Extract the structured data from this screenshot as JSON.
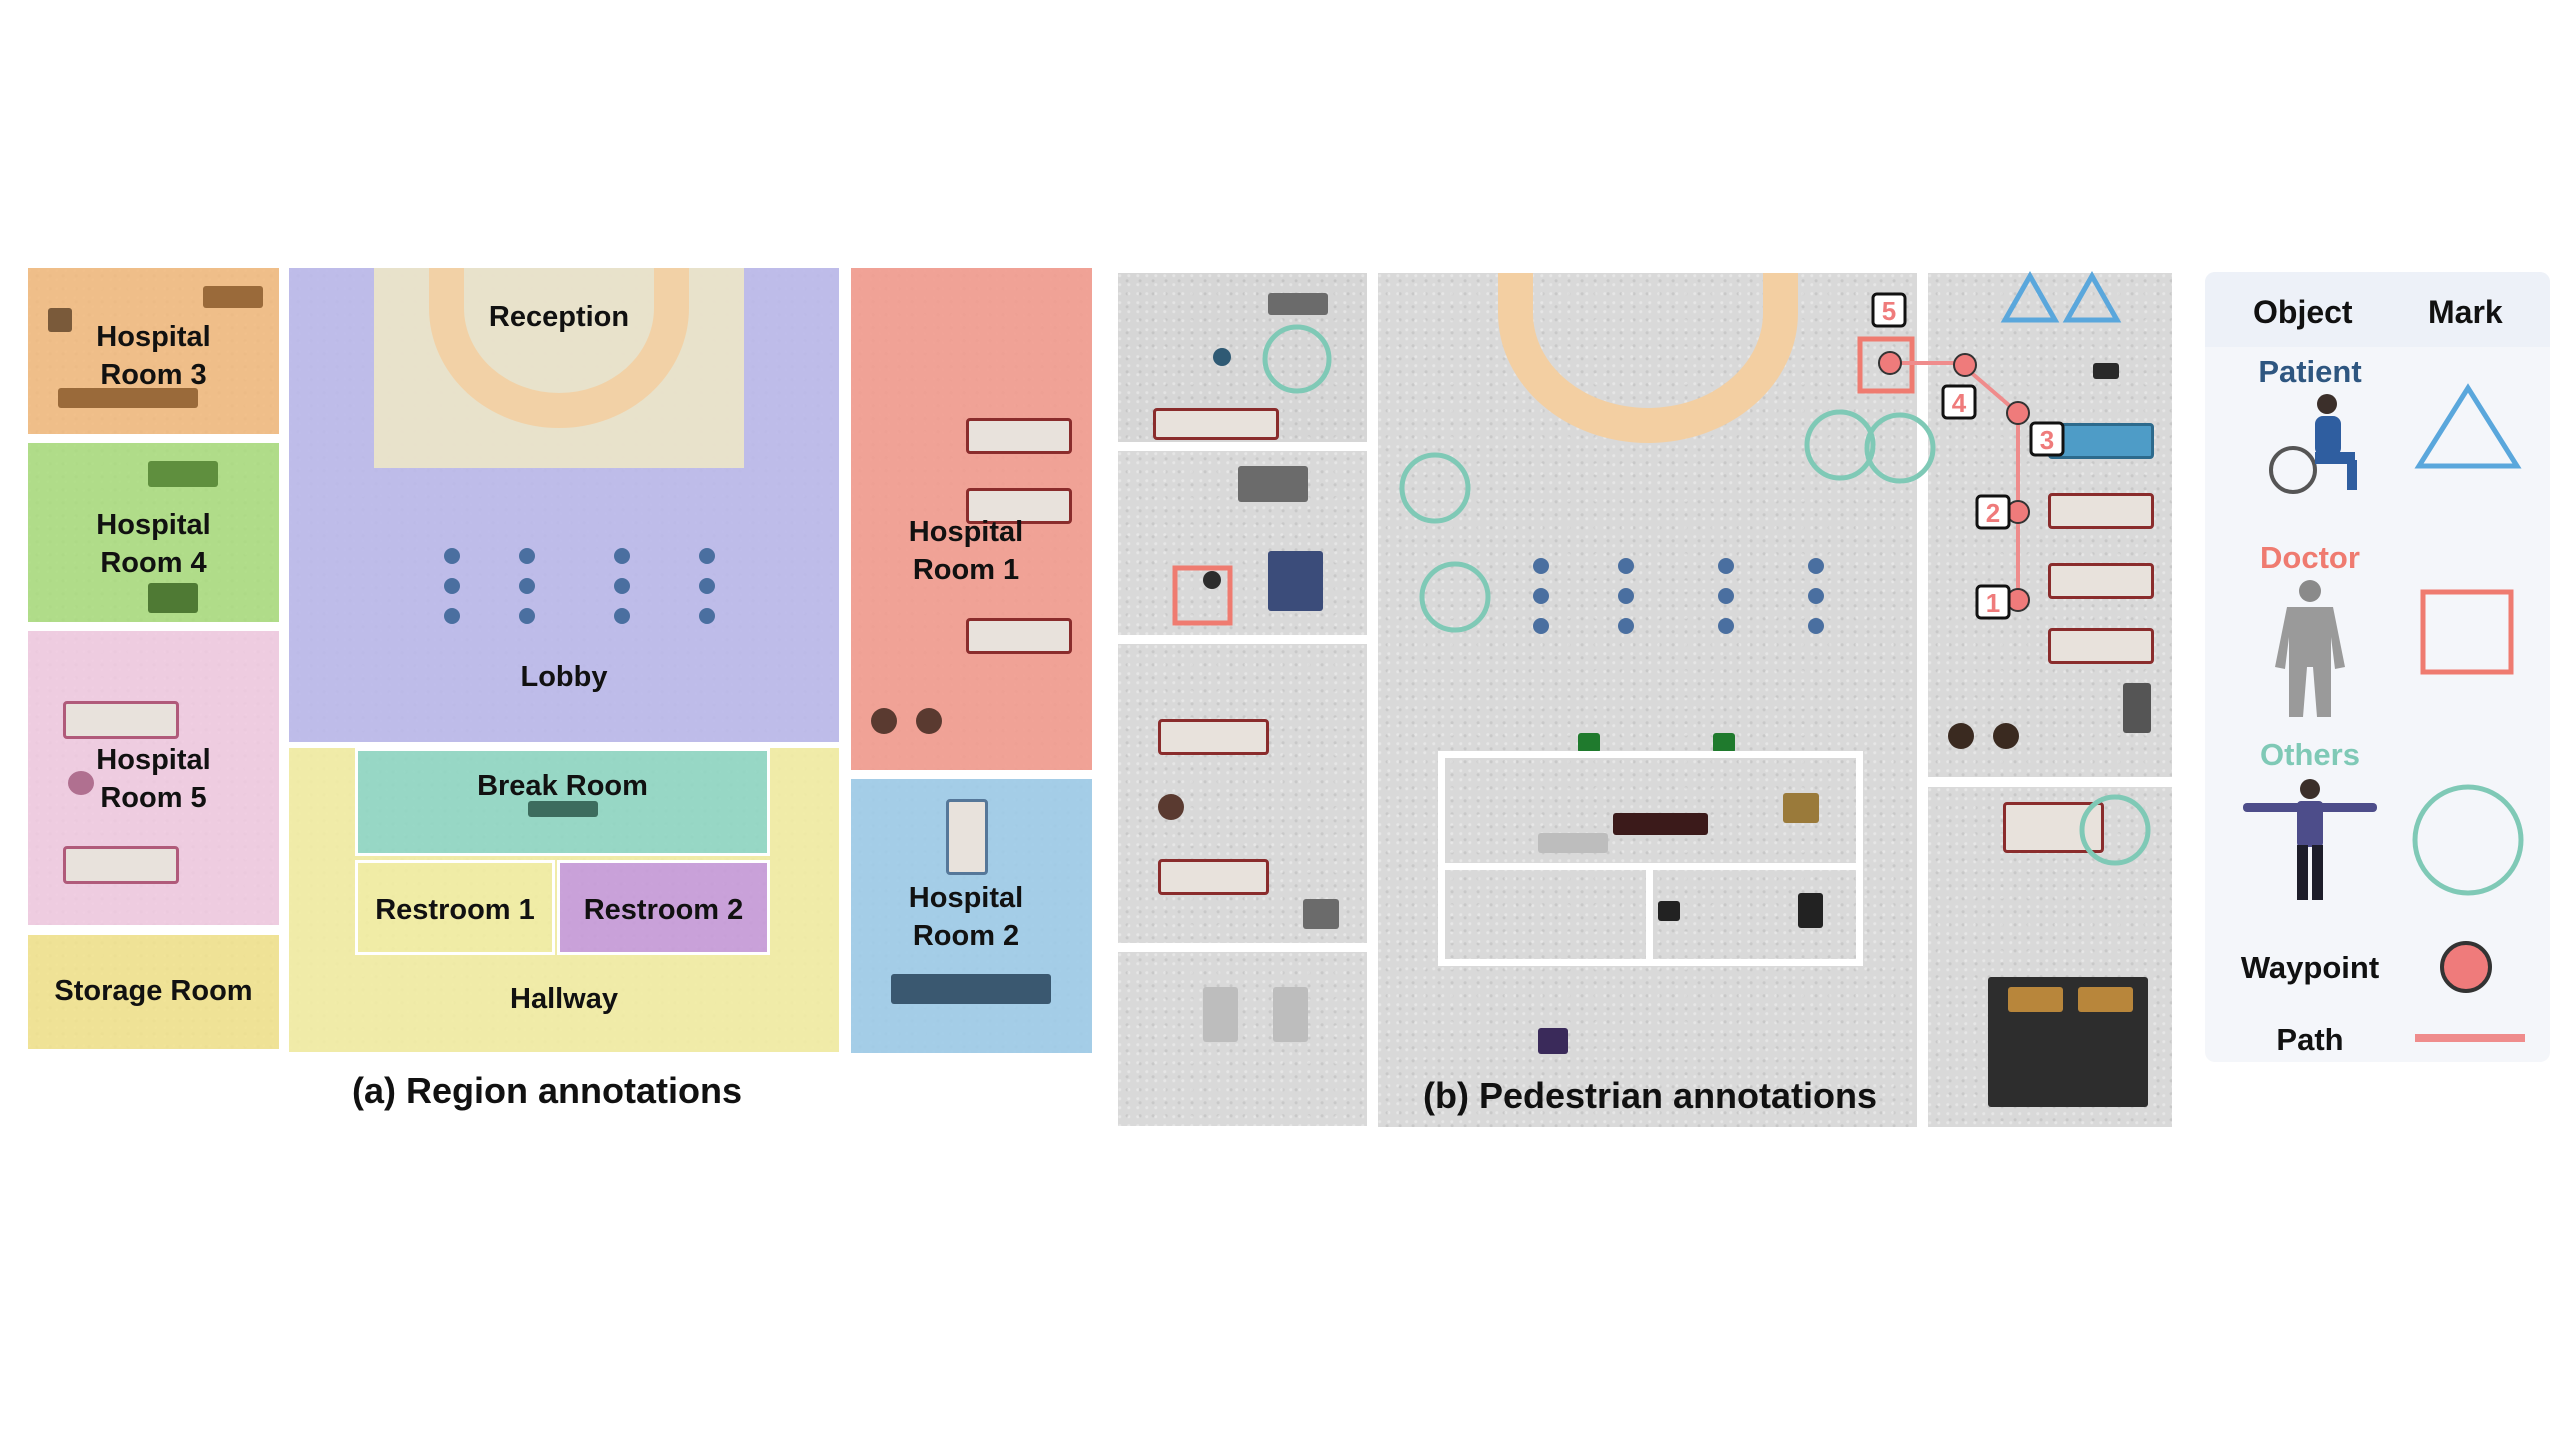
{
  "panel_a": {
    "caption": "(a) Region annotations",
    "regions": {
      "hospital_room_3": "Hospital\nRoom 3",
      "hospital_room_4": "Hospital\nRoom 4",
      "hospital_room_5": "Hospital\nRoom 5",
      "storage_room": "Storage Room",
      "reception": "Reception",
      "lobby": "Lobby",
      "break_room": "Break Room",
      "restroom_1": "Restroom 1",
      "restroom_2": "Restroom 2",
      "hallway": "Hallway",
      "hospital_room_1": "Hospital\nRoom 1",
      "hospital_room_2": "Hospital\nRoom 2"
    },
    "colors": {
      "hospital_room_3": "#f2b87a",
      "hospital_room_4": "#a8dc7a",
      "hospital_room_5": "#f1c9e0",
      "storage_room": "#f2e38a",
      "lobby": "#b9b7ea",
      "reception": "#ece5c8",
      "break_room": "#8fd6c2",
      "restroom_1": "#f2eda0",
      "restroom_2": "#c79ad8",
      "hallway": "#f2eda0",
      "hospital_room_1": "#f29a8c",
      "hospital_room_2": "#9ccbe8"
    }
  },
  "panel_b": {
    "caption": "(b) Pedestrian annotations",
    "waypoint_labels": [
      "1",
      "2",
      "3",
      "4",
      "5"
    ]
  },
  "legend": {
    "header_object": "Object",
    "header_mark": "Mark",
    "patient": "Patient",
    "doctor": "Doctor",
    "others": "Others",
    "waypoint": "Waypoint",
    "path": "Path",
    "colors": {
      "patient": "#5aa7dc",
      "doctor": "#ef7b70",
      "others": "#7fc9b6",
      "waypoint_fill": "#ef7b7b",
      "path": "#ef8c8c"
    }
  }
}
